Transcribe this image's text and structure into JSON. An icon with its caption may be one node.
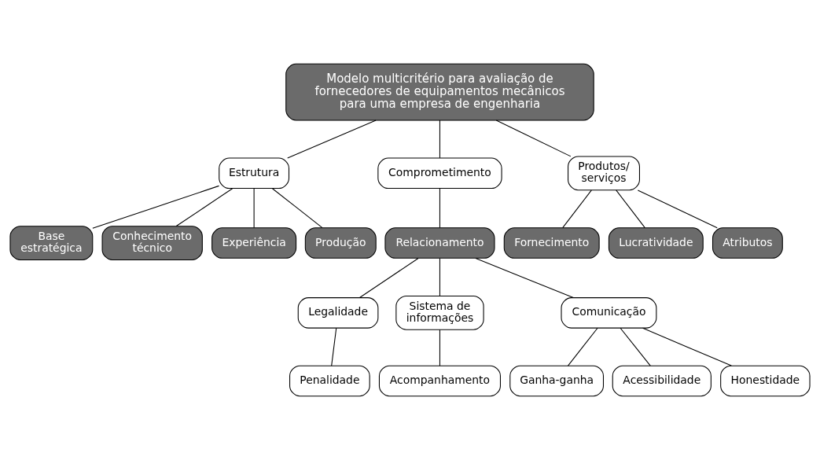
{
  "diagram": {
    "nodes": [
      {
        "text": [
          "Modelo multicritério para avaliação de fornecedores de equipamentos mecânicos para uma empresa de engenharia"
        ]
      },
      {
        "text": [
          "Estrutura"
        ]
      },
      {
        "text": [
          "Comprometimento"
        ]
      },
      {
        "text": [
          "Produtos/ serviços"
        ]
      },
      {
        "text": [
          "Base estratégica"
        ]
      },
      {
        "text": [
          "Conhecimento técnico"
        ]
      },
      {
        "text": [
          "Experiência"
        ]
      },
      {
        "text": [
          "Produção"
        ]
      },
      {
        "text": [
          "Relacionamento"
        ]
      },
      {
        "text": [
          "Fornecimento"
        ]
      },
      {
        "text": [
          "Lucratividade"
        ]
      },
      {
        "text": [
          "Atributos"
        ]
      },
      {
        "text": [
          "Legalidade"
        ]
      },
      {
        "text": [
          "Sistema de informações"
        ]
      },
      {
        "text": [
          "Comunicação"
        ]
      },
      {
        "text": [
          "Penalidade"
        ]
      },
      {
        "text": [
          "Acompanhamento"
        ]
      },
      {
        "text": [
          "Ganha-ganha"
        ]
      },
      {
        "text": [
          "Acessibilidade"
        ]
      },
      {
        "text": [
          "Honestidade"
        ]
      }
    ],
    "edges": [
      {
        "from": 0,
        "to": 1,
        "arrow": "none"
      },
      {
        "from": 0,
        "to": 2,
        "arrow": "none"
      },
      {
        "from": 0,
        "to": 3,
        "arrow": "none"
      },
      {
        "from": 1,
        "to": 4,
        "arrow": "none"
      },
      {
        "from": 1,
        "to": 5,
        "arrow": "none"
      },
      {
        "from": 1,
        "to": 6,
        "arrow": "none"
      },
      {
        "from": 1,
        "to": 7,
        "arrow": "none"
      },
      {
        "from": 2,
        "to": 8,
        "arrow": "none"
      },
      {
        "from": 3,
        "to": 9,
        "arrow": "none"
      },
      {
        "from": 3,
        "to": 10,
        "arrow": "none"
      },
      {
        "from": 3,
        "to": 11,
        "arrow": "none"
      },
      {
        "from": 8,
        "to": 12,
        "arrow": "none"
      },
      {
        "from": 8,
        "to": 13,
        "arrow": "none"
      },
      {
        "from": 8,
        "to": 14,
        "arrow": "none"
      },
      {
        "from": 12,
        "to": 15,
        "arrow": "none"
      },
      {
        "from": 13,
        "to": 16,
        "arrow": "none"
      },
      {
        "from": 14,
        "to": 17,
        "arrow": "none"
      },
      {
        "from": 14,
        "to": 18,
        "arrow": "none"
      },
      {
        "from": 14,
        "to": 19,
        "arrow": "none"
      }
    ]
  }
}
